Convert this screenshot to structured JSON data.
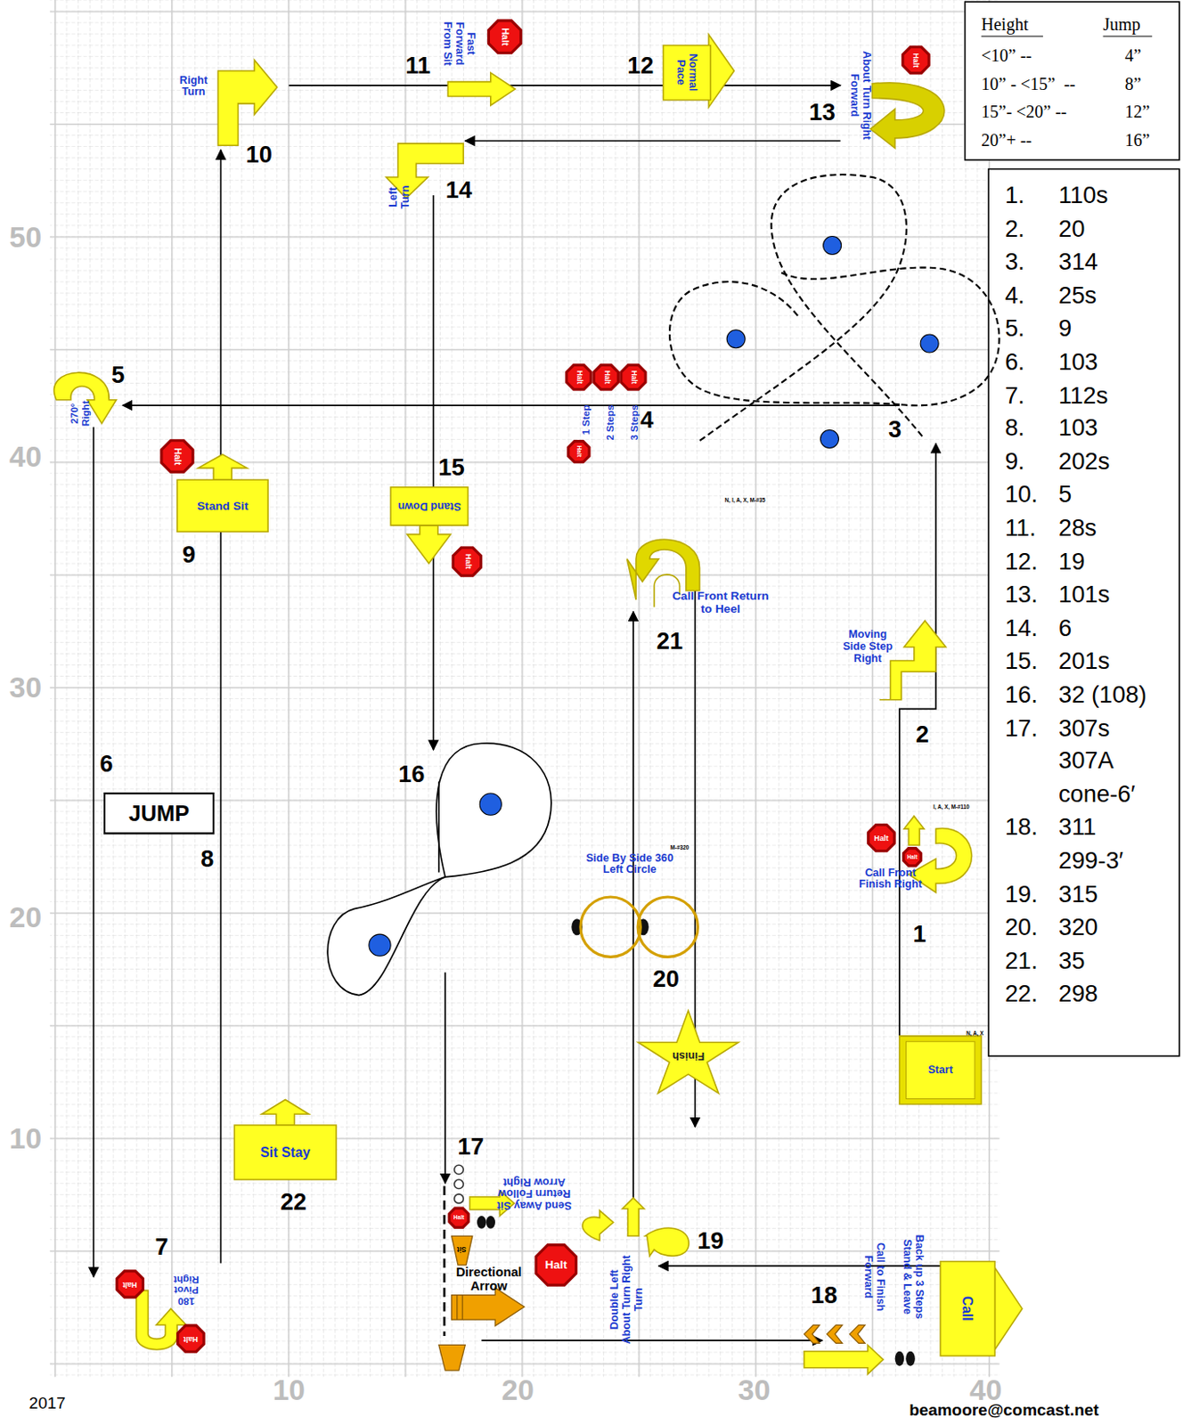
{
  "diagram": {
    "nodes": [
      {
        "text": [
          "Halt"
        ]
      },
      {
        "text": [
          "Normal Pace"
        ]
      },
      {
        "text": [
          "Halt"
        ]
      },
      {
        "text": [
          "Halt"
        ]
      },
      {
        "text": [
          "Halt"
        ]
      },
      {
        "text": [
          "Halt"
        ]
      },
      {
        "text": [
          "Halt"
        ]
      },
      {
        "text": [
          "Halt"
        ]
      },
      {
        "text": [
          "Stand Sit"
        ]
      },
      {
        "text": [
          "Stand Down"
        ]
      },
      {
        "text": [
          "Halt"
        ]
      },
      {
        "text": [
          "JUMP"
        ]
      },
      {
        "text": [
          "Halt"
        ]
      },
      {
        "text": [
          "Halt"
        ]
      },
      {
        "text": [
          "Finish"
        ]
      },
      {
        "text": [
          "Start"
        ]
      },
      {
        "text": [
          "Sit Stay"
        ]
      },
      {
        "text": [
          "Halt"
        ]
      },
      {
        "text": [
          "Call"
        ]
      },
      {
        "text": [
          "Halt"
        ]
      },
      {
        "text": [
          "Halt"
        ]
      },
      {
        "text": [
          "Halt"
        ]
      }
    ],
    "labels": [
      "50",
      "40",
      "30",
      "20",
      "10",
      "10",
      "20",
      "30",
      "40",
      "2017",
      "beamoore@comcast.net",
      "1",
      "2",
      "3",
      "4",
      "5",
      "6",
      "7",
      "8",
      "9",
      "10",
      "11",
      "12",
      "13",
      "14",
      "15",
      "16",
      "17",
      "18",
      "19",
      "20",
      "21",
      "22",
      "Right Turn",
      "Fast Forward From Sit",
      "About Turn Right Forward",
      "Left Turn",
      "270° Right",
      "1 Step",
      "2 Steps",
      "3 Steps",
      "Moving Side Step Right",
      "Call Front Finish Right",
      "Side By Side 360 Left Circle",
      "Call Front Return to Heel",
      "Send Away Sit Return Follow Arrow Right",
      "Sit",
      "Directional Arrow",
      "Double Left About Turn Right Turn",
      "180 Pivot Right",
      "Back up 3 Steps Stand & Leave",
      "Call to Finish Forward",
      "Height",
      "Jump",
      "<10” --",
      "4”",
      "10” - <15”  --",
      "8”",
      "15”- <20” --",
      "12”",
      "20”+ --",
      "16”",
      "1.",
      "110s",
      "2.",
      "20",
      "3.",
      "314",
      "4.",
      "25s",
      "5.",
      "9",
      "6.",
      "103",
      "7.",
      "112s",
      "8.",
      "103",
      "9.",
      "202s",
      "10.",
      "5",
      "11.",
      "28s",
      "12.",
      "19",
      "13.",
      "101s",
      "14.",
      "6",
      "15.",
      "201s",
      "16.",
      "32 (108)",
      "17.",
      "307s",
      "307A",
      "cone-6′",
      "18.",
      "311",
      "299-3′",
      "19.",
      "315",
      "20.",
      "320",
      "21.",
      "35",
      "22.",
      "298",
      "N, I, A, X, M-#35",
      "I, A, X, M-#110",
      "M-#320",
      "N, A, X"
    ]
  }
}
